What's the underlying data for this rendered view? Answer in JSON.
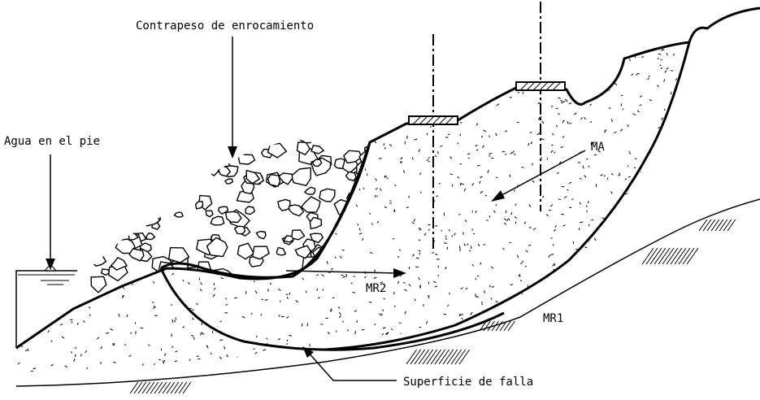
{
  "labels": {
    "counterweight": "Contrapeso de enrocamiento",
    "toe_water": "Agua en el pie",
    "ma": "MA",
    "mr2": "MR2",
    "mr1": "MR1",
    "failure_surface": "Superficie de falla"
  },
  "colors": {
    "ink": "#000000",
    "paper": "#ffffff",
    "hatch": "#000000"
  }
}
